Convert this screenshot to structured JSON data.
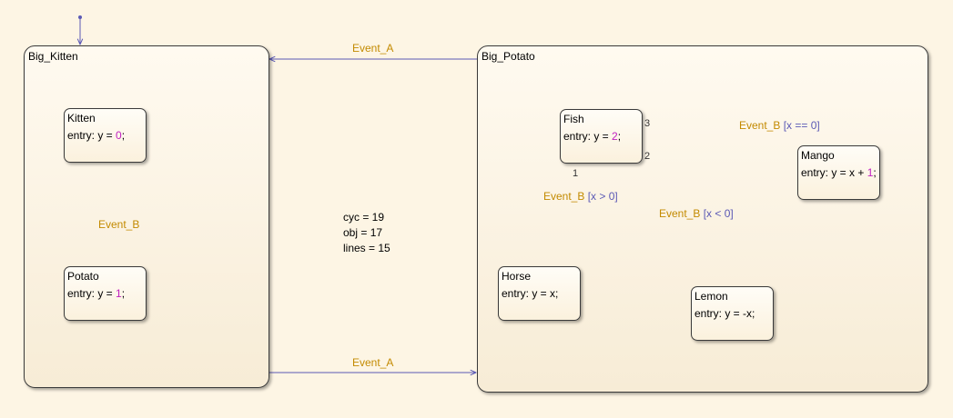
{
  "superstates": {
    "big_kitten": {
      "title": "Big_Kitten"
    },
    "big_potato": {
      "title": "Big_Potato"
    }
  },
  "states": {
    "kitten": {
      "name": "Kitten",
      "entry_pre": "entry: y = ",
      "entry_num": "0",
      "entry_post": ";"
    },
    "potato": {
      "name": "Potato",
      "entry_pre": "entry: y = ",
      "entry_num": "1",
      "entry_post": ";"
    },
    "fish": {
      "name": "Fish",
      "entry_pre": "entry: y = ",
      "entry_num": "2",
      "entry_post": ";"
    },
    "mango": {
      "name": "Mango",
      "entry_pre": "entry: y = x + ",
      "entry_num": "1",
      "entry_post": ";"
    },
    "horse": {
      "name": "Horse",
      "entry_pre": "entry: y = x;"
    },
    "lemon": {
      "name": "Lemon",
      "entry_pre": "entry: y = -x;"
    }
  },
  "transitions": {
    "event_a_top": {
      "event": "Event_A"
    },
    "event_a_bottom": {
      "event": "Event_A"
    },
    "kitten_to_potato": {
      "event": "Event_B"
    },
    "fish_to_mango": {
      "event": "Event_B",
      "condition": "[x == 0]",
      "order": "3"
    },
    "fish_to_horse": {
      "event": "Event_B",
      "condition": "[x > 0]",
      "order": "1"
    },
    "fish_to_lemon": {
      "event": "Event_B",
      "condition": "[x < 0]",
      "order": "2"
    }
  },
  "stats": {
    "cyc": "cyc = 19",
    "obj": "obj = 17",
    "lines": "lines = 15"
  },
  "colors": {
    "background": "#fdf5e4",
    "wire": "#5b59b5",
    "event": "#c38a00",
    "number": "#c020c0"
  }
}
